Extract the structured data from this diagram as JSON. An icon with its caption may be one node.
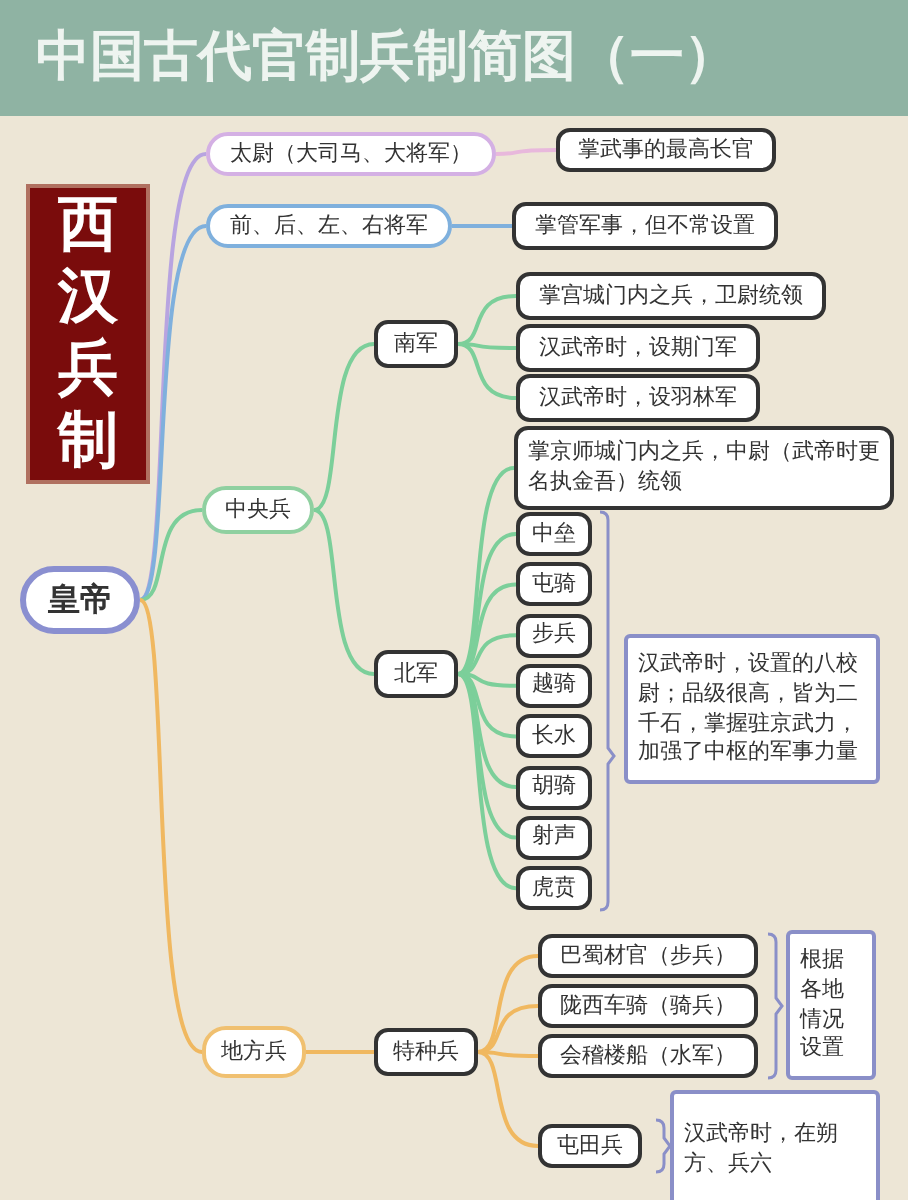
{
  "diagram": {
    "title": "中国古代官制兵制简图（一）",
    "nodes": [
      {
        "text": [
          "西汉兵制"
        ]
      },
      {
        "text": [
          "皇帝"
        ]
      },
      {
        "text": [
          "太尉（大司马、大将军）"
        ]
      },
      {
        "text": [
          "掌武事的最高长官"
        ]
      },
      {
        "text": [
          "前、后、左、右将军"
        ]
      },
      {
        "text": [
          "掌管军事，但不常设置"
        ]
      },
      {
        "text": [
          "中央兵"
        ]
      },
      {
        "text": [
          "南军"
        ]
      },
      {
        "text": [
          "掌宫城门内之兵，卫尉统领"
        ]
      },
      {
        "text": [
          "汉武帝时，设期门军"
        ]
      },
      {
        "text": [
          "汉武帝时，设羽林军"
        ]
      },
      {
        "text": [
          "北军"
        ]
      },
      {
        "text": [
          "掌京师城门内之兵，中尉（武帝时更名执金吾）统领"
        ]
      },
      {
        "text": [
          "中垒"
        ]
      },
      {
        "text": [
          "屯骑"
        ]
      },
      {
        "text": [
          "步兵"
        ]
      },
      {
        "text": [
          "越骑"
        ]
      },
      {
        "text": [
          "长水"
        ]
      },
      {
        "text": [
          "胡骑"
        ]
      },
      {
        "text": [
          "射声"
        ]
      },
      {
        "text": [
          "虎贲"
        ]
      },
      {
        "text": [
          "汉武帝时，设置的八校尉；品级很高，皆为二千石，掌握驻京武力，加强了中枢的军事力量"
        ]
      },
      {
        "text": [
          "地方兵"
        ]
      },
      {
        "text": [
          "特种兵"
        ]
      },
      {
        "text": [
          "巴蜀材官（步兵）"
        ]
      },
      {
        "text": [
          "陇西车骑（骑兵）"
        ]
      },
      {
        "text": [
          "会稽楼船（水军）"
        ]
      },
      {
        "text": [
          "根据各地情况设置"
        ]
      },
      {
        "text": [
          "屯田兵"
        ]
      },
      {
        "text": [
          "汉武帝时，在朔方、兵六"
        ]
      }
    ],
    "edges": [
      {
        "from": 1,
        "to": 2,
        "arrow": "none",
        "color": "#b8a4e0"
      },
      {
        "from": 2,
        "to": 3,
        "arrow": "none",
        "color": "#e8b8dc"
      },
      {
        "from": 1,
        "to": 4,
        "arrow": "none",
        "color": "#7fb0dd"
      },
      {
        "from": 4,
        "to": 5,
        "arrow": "none",
        "color": "#7fb0dd"
      },
      {
        "from": 1,
        "to": 6,
        "arrow": "none"
      },
      {
        "from": 6,
        "to": 7,
        "arrow": "none"
      },
      {
        "from": 7,
        "to": 8,
        "arrow": "none"
      },
      {
        "from": 7,
        "to": 9,
        "arrow": "none"
      },
      {
        "from": 7,
        "to": 10,
        "arrow": "none"
      },
      {
        "from": 6,
        "to": 11,
        "arrow": "none"
      },
      {
        "from": 11,
        "to": 12,
        "arrow": "none"
      },
      {
        "from": 11,
        "to": 13,
        "arrow": "none"
      },
      {
        "from": 11,
        "to": 14,
        "arrow": "none"
      },
      {
        "from": 11,
        "to": 15,
        "arrow": "none"
      },
      {
        "from": 11,
        "to": 16,
        "arrow": "none"
      },
      {
        "from": 11,
        "to": 17,
        "arrow": "none"
      },
      {
        "from": 11,
        "to": 18,
        "arrow": "none"
      },
      {
        "from": 11,
        "to": 19,
        "arrow": "none"
      },
      {
        "from": 11,
        "to": 20,
        "arrow": "none"
      },
      {
        "from": 1,
        "to": 22,
        "arrow": "none",
        "color": "#f0b860"
      },
      {
        "from": 22,
        "to": 23,
        "arrow": "none",
        "color": "#f0b860"
      },
      {
        "from": 23,
        "to": 24,
        "arrow": "none",
        "color": "#f0b860"
      },
      {
        "from": 23,
        "to": 25,
        "arrow": "none",
        "color": "#f0b860"
      },
      {
        "from": 23,
        "to": 26,
        "arrow": "none",
        "color": "#f0b860"
      },
      {
        "from": 23,
        "to": 28,
        "arrow": "none",
        "color": "#f0b860"
      }
    ]
  }
}
